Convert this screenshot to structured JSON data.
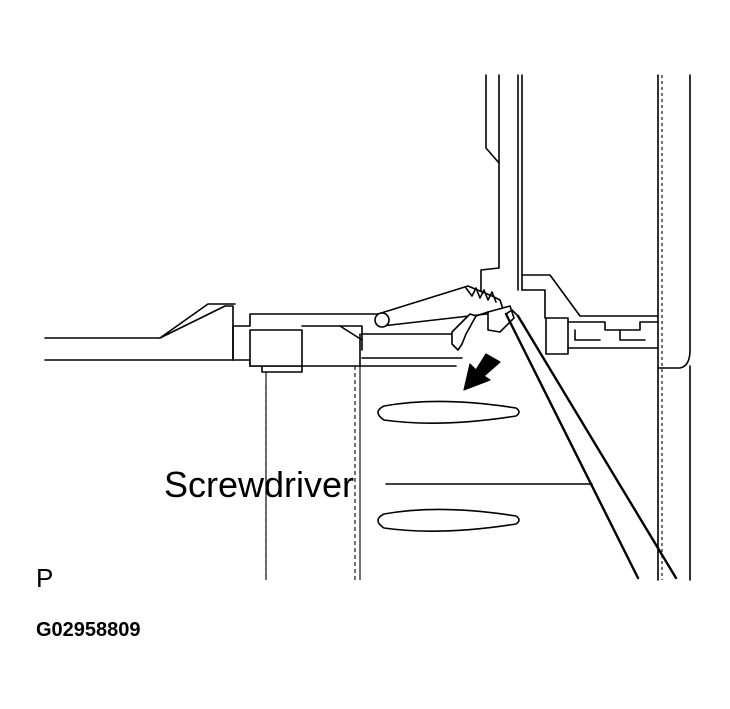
{
  "labels": {
    "screwdriver": "Screwdriver",
    "view_letter": "P",
    "figure_code": "G02958809"
  },
  "icons": {
    "arrow": "down-left-arrow-icon"
  },
  "colors": {
    "line": "#000000",
    "background": "#ffffff"
  }
}
